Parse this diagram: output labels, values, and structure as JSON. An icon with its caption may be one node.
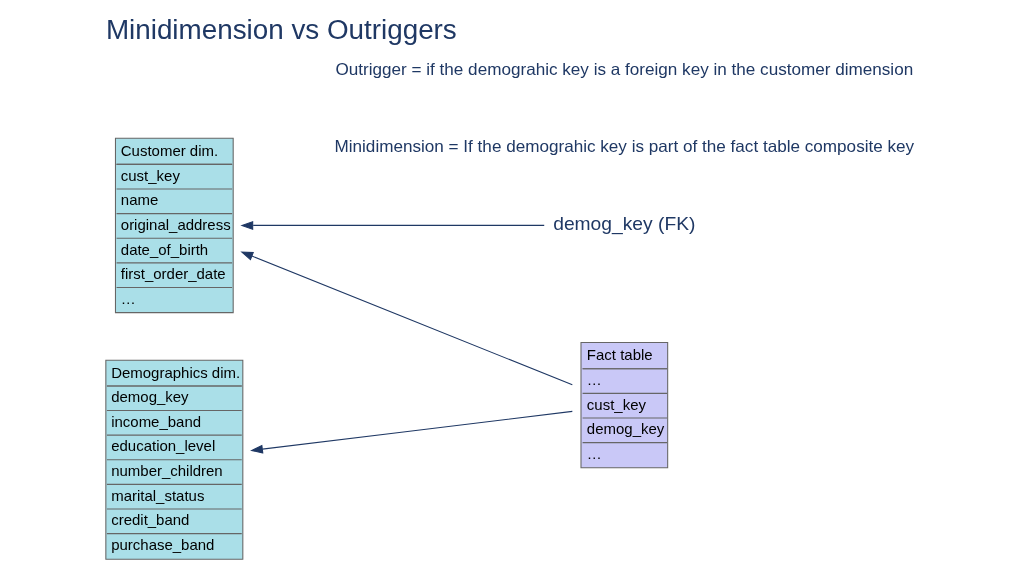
{
  "diagram": {
    "title": "Minidimension vs Outriggers",
    "nodes": [
      {
        "text": [
          "Customer dim.",
          "cust_key",
          "name",
          "original_address",
          "date_of_birth",
          "first_order_date",
          "…"
        ]
      },
      {
        "text": [
          "Fact table",
          "…",
          "cust_key",
          "demog_key",
          "…"
        ]
      },
      {
        "text": [
          "Demographics dim.",
          "demog_key",
          "income_band",
          "education_level",
          "number_children",
          "marital_status",
          "credit_band",
          "purchase_band"
        ]
      },
      {
        "text": [
          "demog_key (FK)"
        ]
      }
    ],
    "edges": [
      {
        "from": 1,
        "to": 0,
        "arrow": "to"
      },
      {
        "from": 1,
        "to": 2,
        "arrow": "to"
      },
      {
        "from": 3,
        "to": 0,
        "arrow": "to"
      }
    ],
    "labels": [
      "Minidimension = If the demograhic key is part of the fact table composite key",
      "Outrigger = if the demograhic key is a foreign key in the customer dimension"
    ]
  }
}
